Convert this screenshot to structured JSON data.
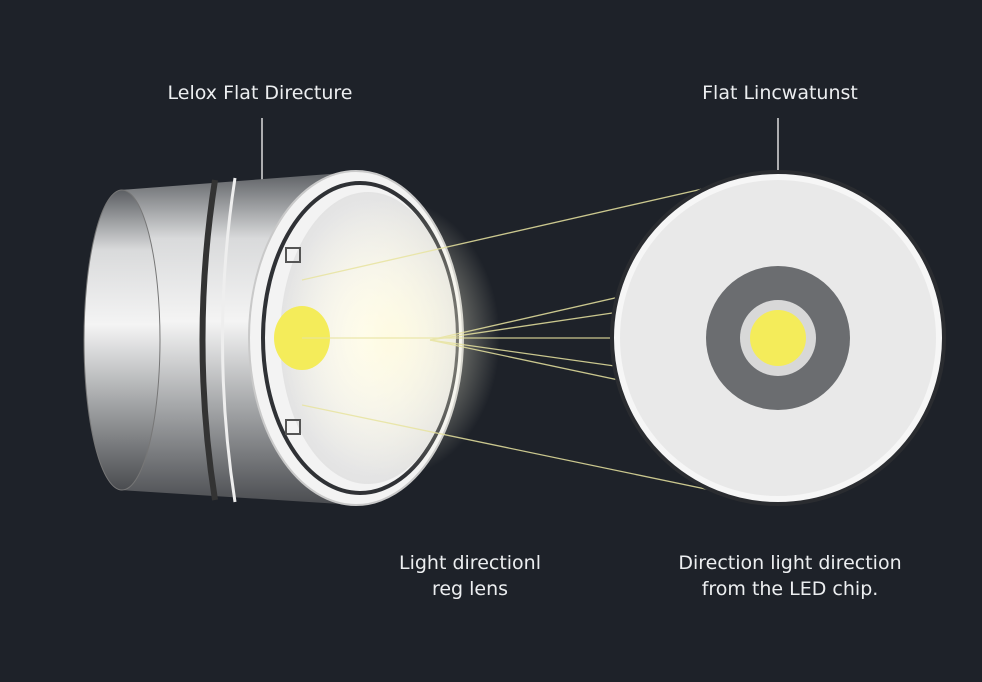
{
  "labels": {
    "left_title": "Lelox Flat Directure",
    "right_title": "Flat Lincwatunst",
    "left_caption_line1": "Light directionl",
    "left_caption_line2": "reg lens",
    "right_caption_line1": "Direction light direction",
    "right_caption_line2": "from the LED chip."
  },
  "colors": {
    "background": "#1e2229",
    "led": "#f4ec5a",
    "lens": "#f2f2f0",
    "ring": "#6b6d70"
  }
}
